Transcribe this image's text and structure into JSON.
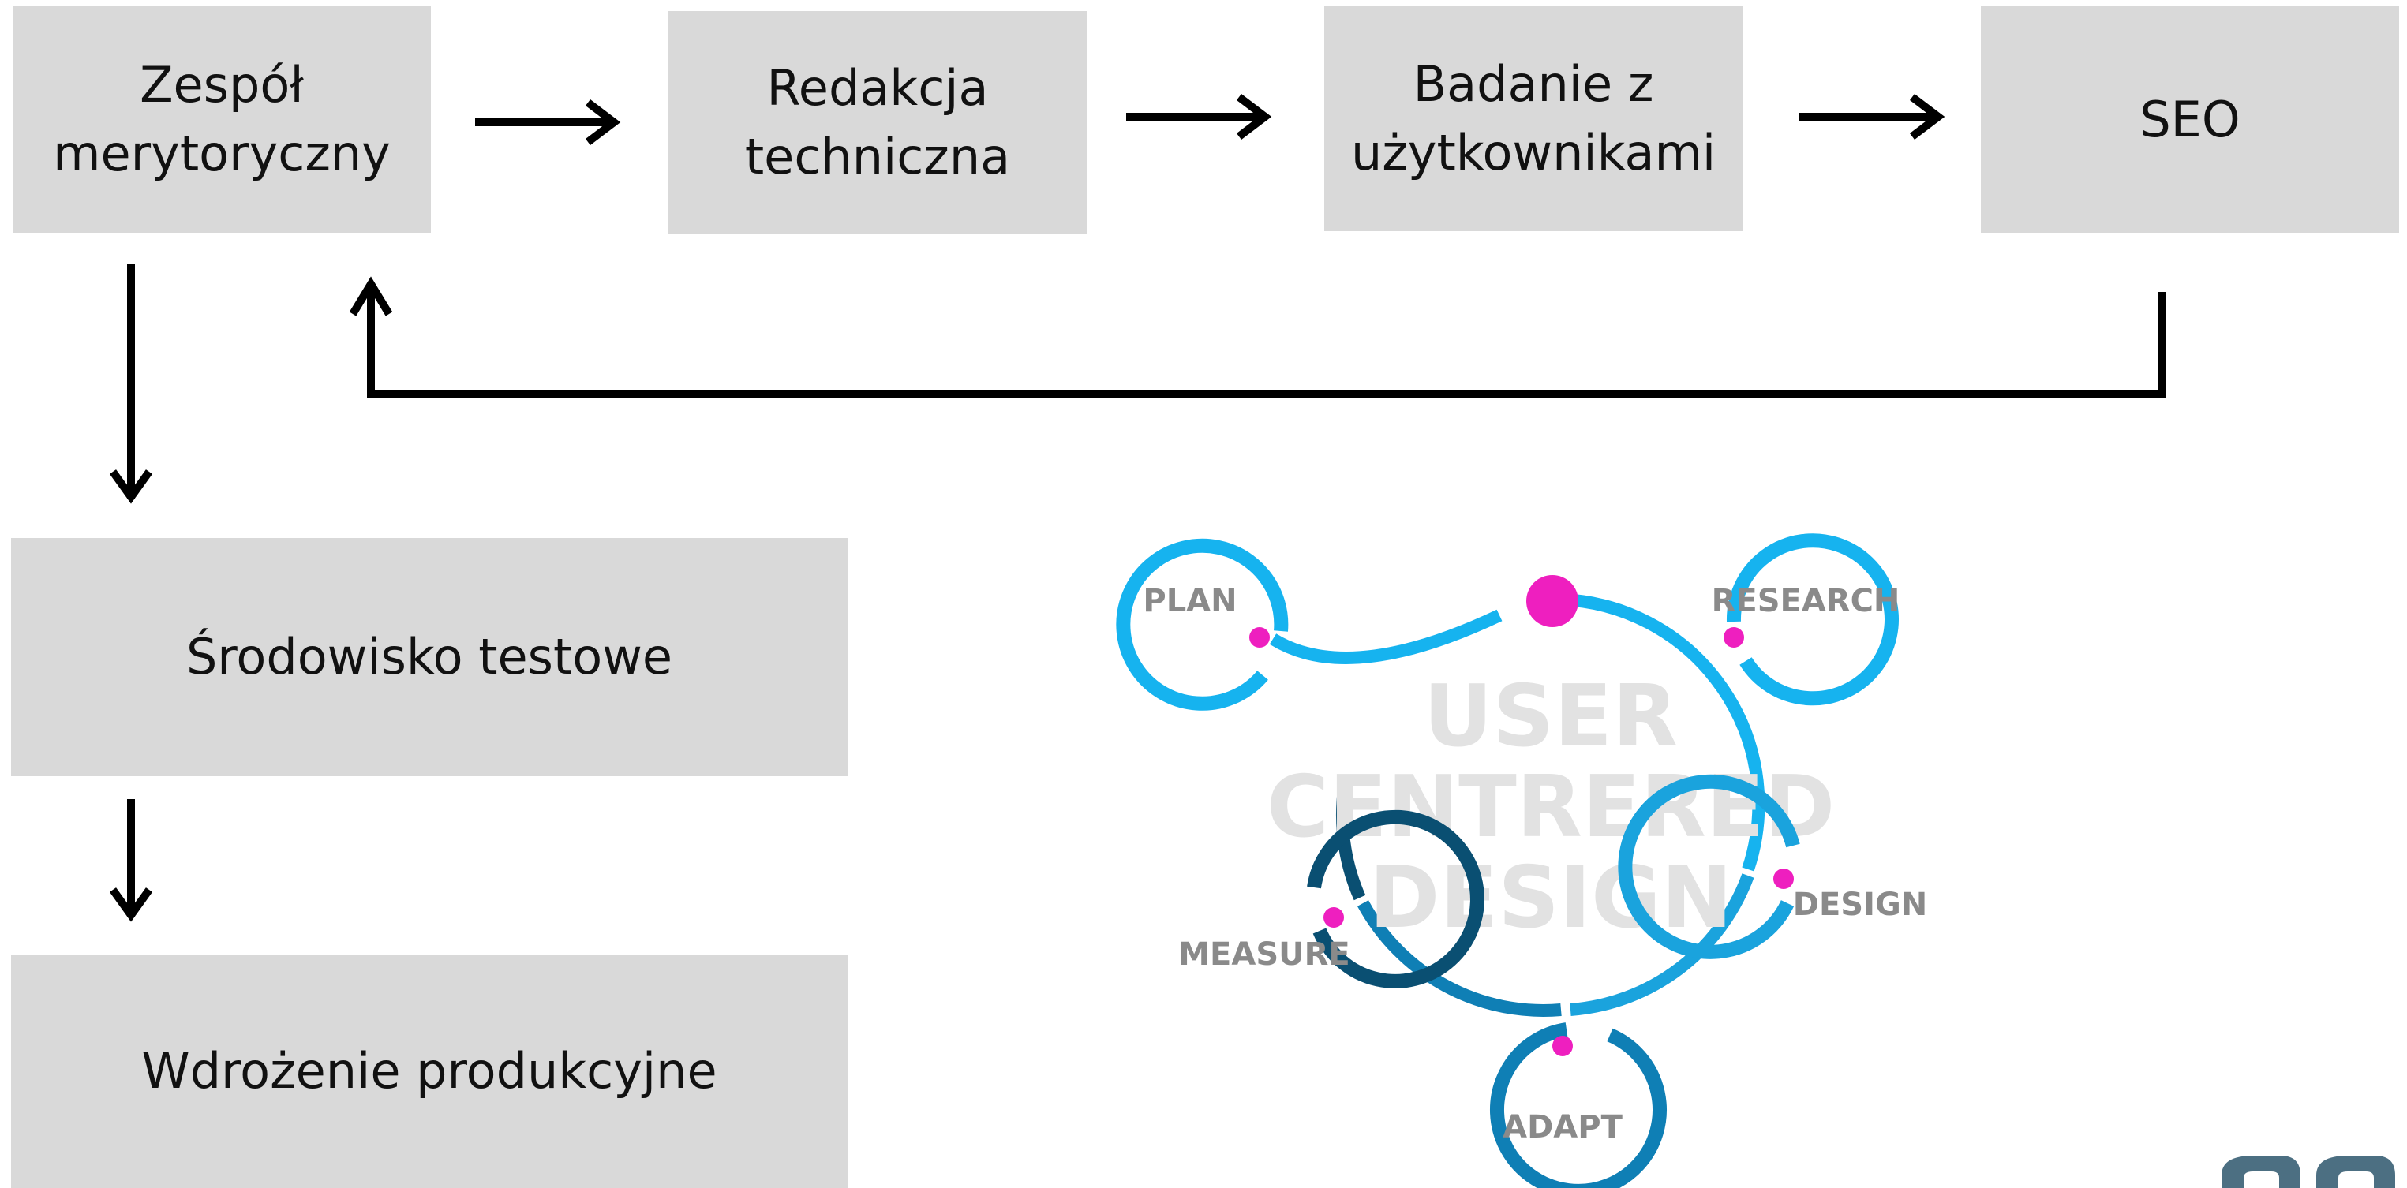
{
  "flow": {
    "top": [
      {
        "line1": "Zespół",
        "line2": "merytoryczny"
      },
      {
        "line1": "Redakcja",
        "line2": "techniczna"
      },
      {
        "line1": "Badanie z",
        "line2": "użytkownikami"
      },
      {
        "line1": "SEO",
        "line2": ""
      }
    ],
    "bottom": [
      {
        "label": "Środowisko testowe"
      },
      {
        "label": "Wdrożenie produkcyjne"
      }
    ]
  },
  "ucd": {
    "center": [
      "USER",
      "CENTRERED",
      "DESIGN"
    ],
    "stages": [
      "PLAN",
      "RESEARCH",
      "DESIGN",
      "ADAPT",
      "MEASURE"
    ],
    "colors": {
      "light_blue": "#16b3ef",
      "mid_blue": "#0f95cf",
      "dark_blue": "#0a4f72",
      "accent_pink": "#ee1fbf"
    }
  },
  "colors": {
    "box_fill": "#d9d9d9",
    "arrow": "#000000"
  }
}
